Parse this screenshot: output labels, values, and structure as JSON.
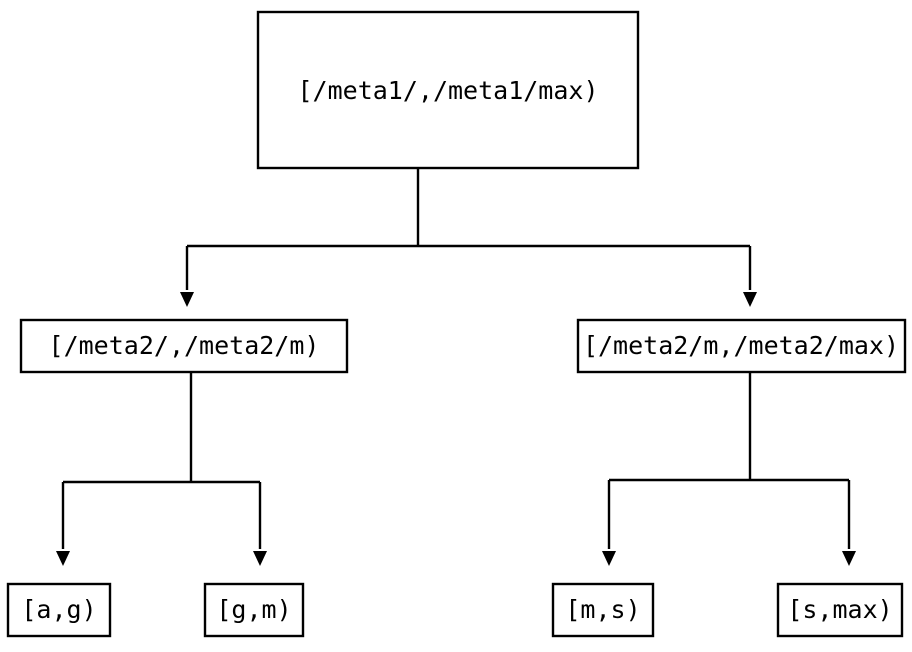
{
  "diagram": {
    "type": "tree",
    "title": "",
    "background_color": "#ffffff",
    "stroke_color": "#000000",
    "nodes": {
      "root": {
        "label": "[/meta1/,/meta1/max)"
      },
      "mid_left": {
        "label": "[/meta2/,/meta2/m)"
      },
      "mid_right": {
        "label": "[/meta2/m,/meta2/max)"
      },
      "leaf_1": {
        "label": "[a,g)"
      },
      "leaf_2": {
        "label": "[g,m)"
      },
      "leaf_3": {
        "label": "[m,s)"
      },
      "leaf_4": {
        "label": "[s,max)"
      }
    },
    "edges": [
      {
        "from": "root",
        "to": "mid_left",
        "arrow": "down-triangle"
      },
      {
        "from": "root",
        "to": "mid_right",
        "arrow": "down-triangle"
      },
      {
        "from": "mid_left",
        "to": "leaf_1",
        "arrow": "down-triangle"
      },
      {
        "from": "mid_left",
        "to": "leaf_2",
        "arrow": "down-triangle"
      },
      {
        "from": "mid_right",
        "to": "leaf_3",
        "arrow": "down-triangle"
      },
      {
        "from": "mid_right",
        "to": "leaf_4",
        "arrow": "down-triangle"
      }
    ]
  }
}
